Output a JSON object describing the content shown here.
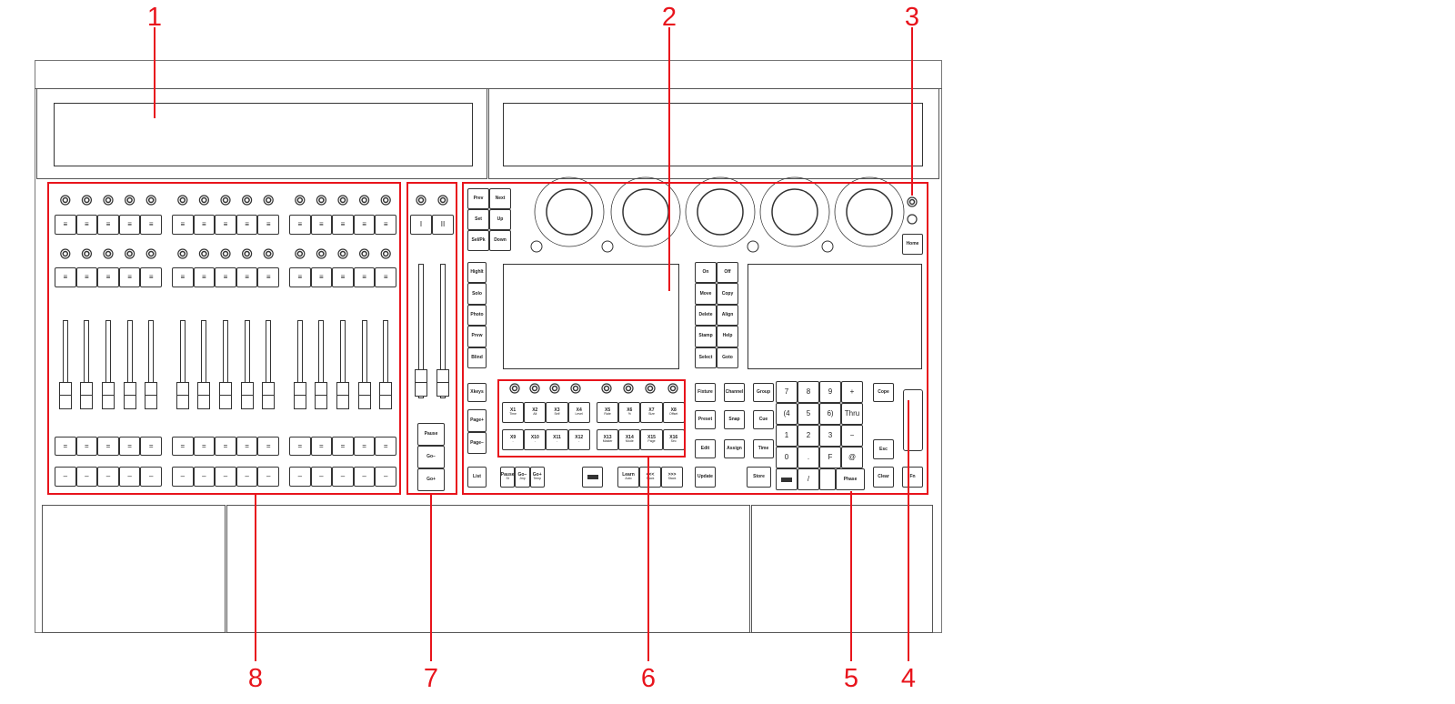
{
  "callouts": [
    "1",
    "2",
    "3",
    "4",
    "5",
    "6",
    "7",
    "8"
  ],
  "section8": {
    "upper_button_glyph": "≡",
    "lower_button_row1_glyph": "=",
    "lower_button_row2_glyph": "–"
  },
  "section7": {
    "buttons": [
      "I",
      "II"
    ],
    "playback_keys": [
      "Pause",
      "Go−",
      "Go+"
    ]
  },
  "nav_keys": [
    "Prev",
    "Next",
    "Set",
    "Up",
    "Sel/Pk",
    "Down"
  ],
  "home_key": "Home",
  "left_column_keys": [
    "Highlt",
    "Solo",
    "Photo",
    "Prvw",
    "Blind"
  ],
  "mid_keys": [
    "On",
    "Off",
    "Move",
    "Copy",
    "Delete",
    "Align",
    "Stamp",
    "Help",
    "Select",
    "Goto"
  ],
  "page_keys": [
    "Xkeys",
    "Page+",
    "Page−"
  ],
  "list_key": "List",
  "xkeys": [
    {
      "label": "X1",
      "sub": "Time"
    },
    {
      "label": "X2",
      "sub": "Alt"
    },
    {
      "label": "X3",
      "sub": "Self"
    },
    {
      "label": "X4",
      "sub": "Level"
    },
    {
      "label": "X5",
      "sub": "Rate"
    },
    {
      "label": "X6",
      "sub": "%"
    },
    {
      "label": "X7",
      "sub": "Size"
    },
    {
      "label": "X8",
      "sub": "Offset"
    },
    {
      "label": "X9",
      "sub": "-"
    },
    {
      "label": "X10",
      "sub": "-"
    },
    {
      "label": "X11",
      "sub": "-"
    },
    {
      "label": "X12",
      "sub": "-"
    },
    {
      "label": "X13",
      "sub": "Master"
    },
    {
      "label": "X14",
      "sub": "Mode"
    },
    {
      "label": "X15",
      "sub": "Page"
    },
    {
      "label": "X16",
      "sub": "Sec"
    }
  ],
  "bottom_playback_keys": [
    {
      "label": "Pause",
      "sub": "St"
    },
    {
      "label": "Go−",
      "sub": "Jmp"
    },
    {
      "label": "Go+",
      "sub": "Temp"
    }
  ],
  "bottom_learn_keys": [
    {
      "label": "Learn",
      "sub": "Auto"
    },
    {
      "label": "<<<",
      "sub": "Stack"
    },
    {
      "label": ">>>",
      "sub": "Stack"
    }
  ],
  "update_key": "Update",
  "store_key": "Store",
  "function_keys": [
    "Fixture",
    "Channel",
    "Group",
    "Preset",
    "Snap",
    "Cue",
    "Edit",
    "Assign",
    "Time"
  ],
  "keypad": [
    "7",
    "8",
    "9",
    "+",
    "(4",
    "5",
    "6)",
    "Thru",
    "1",
    "2",
    "3",
    "−",
    "0",
    ".",
    "F",
    "@"
  ],
  "keypad_bottom": {
    "slash": "/",
    "phase": "Phase"
  },
  "right_keys": {
    "copy": "Cope",
    "esc": "Esc",
    "clear": "Clear",
    "fn": "Fn"
  }
}
